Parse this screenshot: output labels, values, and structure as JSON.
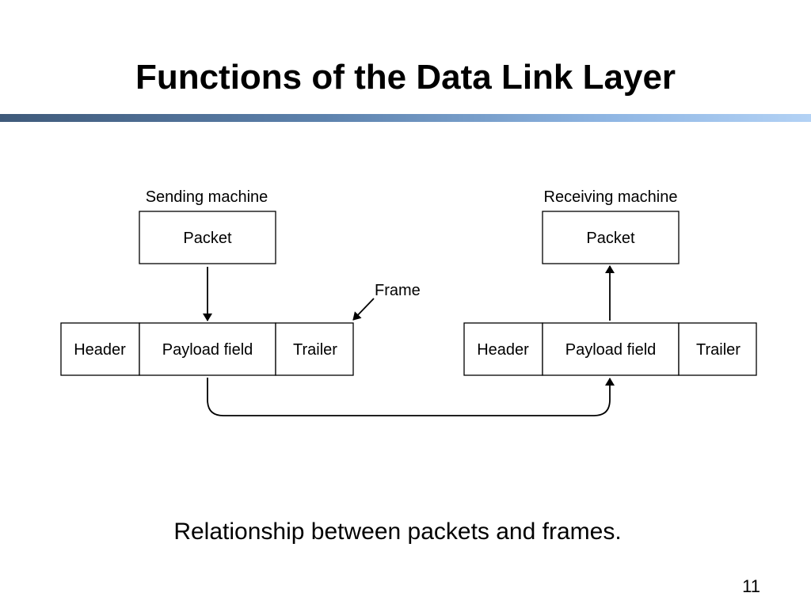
{
  "slide": {
    "title": "Functions of the Data Link Layer",
    "caption": "Relationship between packets and frames.",
    "page_number": "11",
    "title_bar_colors": [
      "#3f5a7a",
      "#5d82ad",
      "#8fb6e3",
      "#b3d2f5"
    ]
  },
  "diagram": {
    "sending": {
      "label": "Sending machine",
      "packet": "Packet",
      "frame": {
        "header": "Header",
        "payload": "Payload field",
        "trailer": "Trailer"
      }
    },
    "receiving": {
      "label": "Receiving machine",
      "packet": "Packet",
      "frame": {
        "header": "Header",
        "payload": "Payload field",
        "trailer": "Trailer"
      }
    },
    "frame_label": "Frame"
  }
}
